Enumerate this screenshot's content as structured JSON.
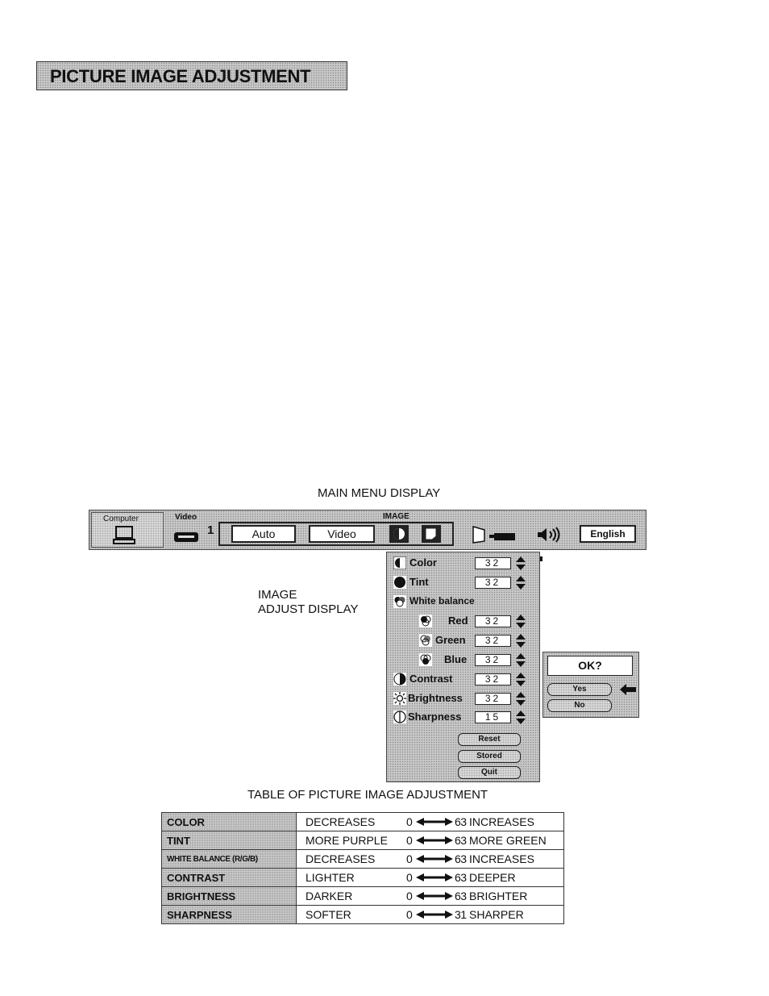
{
  "page": {
    "title": "PICTURE IMAGE ADJUSTMENT",
    "main_menu_caption": "MAIN MENU DISPLAY",
    "image_adjust_caption_line1": "IMAGE",
    "image_adjust_caption_line2": "ADJUST DISPLAY",
    "table_caption": "TABLE OF PICTURE IMAGE ADJUSTMENT"
  },
  "main_menu": {
    "computer_label": "Computer",
    "video_label": "Video",
    "video_input_number": "1",
    "image_label": "IMAGE",
    "auto_label": "Auto",
    "video_mode_label": "Video",
    "language_label": "English",
    "icons": [
      "computer-icon",
      "vcr-icon",
      "image-adjust-icon",
      "image-level-icon",
      "screen-projector-icon",
      "speaker-icon"
    ]
  },
  "image_panel": {
    "items": [
      {
        "label": "Color",
        "value": "32",
        "icon": "color-icon",
        "selected": true
      },
      {
        "label": "Tint",
        "value": "32",
        "icon": "tint-icon"
      },
      {
        "label": "White balance",
        "icon": "white-balance-icon"
      },
      {
        "label": "Red",
        "value": "32",
        "icon": "red-icon"
      },
      {
        "label": "Green",
        "value": "32",
        "icon": "green-icon"
      },
      {
        "label": "Blue",
        "value": "32",
        "icon": "blue-icon"
      },
      {
        "label": "Contrast",
        "value": "32",
        "icon": "contrast-icon"
      },
      {
        "label": "Brightness",
        "value": "32",
        "icon": "brightness-icon"
      },
      {
        "label": "Sharpness",
        "value": "15",
        "icon": "sharpness-icon"
      }
    ],
    "buttons": {
      "reset": "Reset",
      "stored": "Stored",
      "quit": "Quit"
    }
  },
  "ok_dialog": {
    "question": "OK?",
    "yes": "Yes",
    "no": "No"
  },
  "adjust_table": {
    "rows": [
      {
        "name": "COLOR",
        "low": "DECREASES",
        "min": "0",
        "max": "63",
        "high": "INCREASES"
      },
      {
        "name": "TINT",
        "low": "MORE PURPLE",
        "min": "0",
        "max": "63",
        "high": "MORE GREEN"
      },
      {
        "name": "WHITE BALANCE (R/G/B)",
        "low": "DECREASES",
        "min": "0",
        "max": "63",
        "high": "INCREASES"
      },
      {
        "name": "CONTRAST",
        "low": "LIGHTER",
        "min": "0",
        "max": "63",
        "high": "DEEPER"
      },
      {
        "name": "BRIGHTNESS",
        "low": "DARKER",
        "min": "0",
        "max": "63",
        "high": "BRIGHTER"
      },
      {
        "name": "SHARPNESS",
        "low": "SOFTER",
        "min": "0",
        "max": "31",
        "high": "SHARPER"
      }
    ]
  }
}
